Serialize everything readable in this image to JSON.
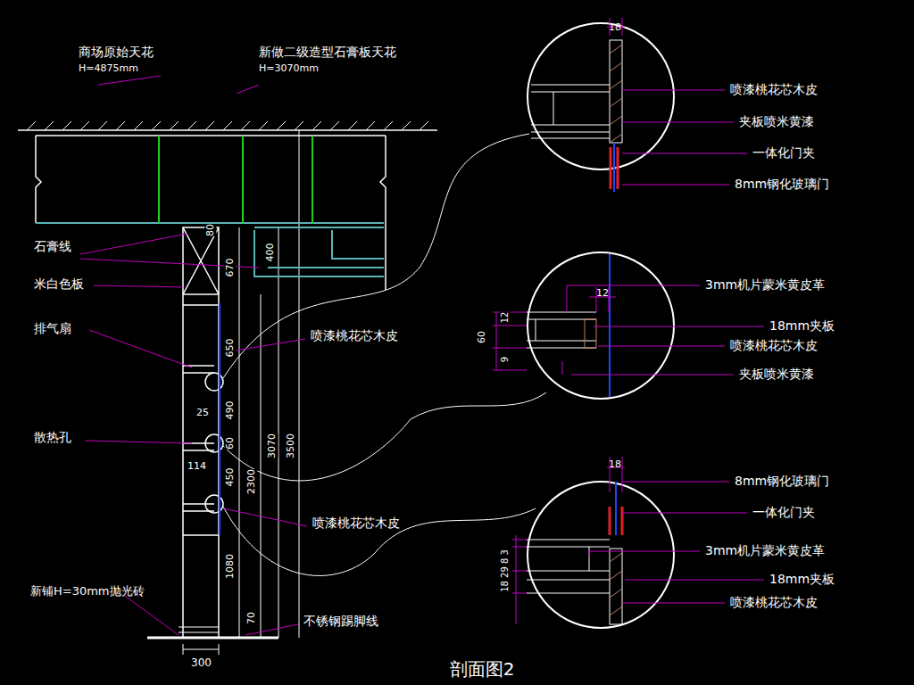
{
  "diagram": {
    "caption": "剖面图2",
    "labels": [
      "商场原始天花",
      "H=4875mm",
      "新做二级造型石膏板天花",
      "H=3070mm",
      "石膏线",
      "米白色板",
      "排气扇",
      "散热孔",
      "新铺H=30mm抛光砖",
      "喷漆桃花芯木皮",
      "喷漆桃花芯木皮",
      "不锈钢踢脚线",
      "80",
      "670",
      "400",
      "650",
      "25",
      "490",
      "60",
      "114",
      "450",
      "2300",
      "3070",
      "3500",
      "1080",
      "70",
      "300",
      "18",
      "喷漆桃花芯木皮",
      "夹板喷米黄漆",
      "一体化门夹",
      "8mm钢化玻璃门",
      "12",
      "60",
      "12",
      "9",
      "3mm机片蒙米黄皮革",
      "18mm夹板",
      "喷漆桃花芯木皮",
      "夹板喷米黄漆",
      "18",
      "8mm钢化玻璃门",
      "一体化门夹",
      "3mm机片蒙米黄皮革",
      "18mm夹板",
      "喷漆桃花芯木皮",
      "18 29 8 3"
    ]
  }
}
